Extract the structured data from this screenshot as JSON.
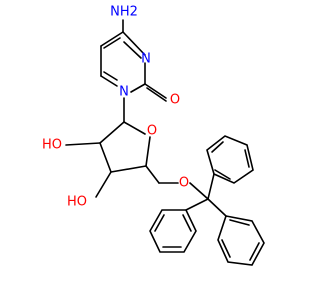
{
  "colors": {
    "bond": "#000000",
    "N": "#0000ff",
    "O": "#ff0000",
    "C": "#000000"
  },
  "labels": {
    "nh2": "NH2",
    "n_ring_top": "N",
    "n_ring_bottom": "N",
    "o_carbonyl": "O",
    "o_ring": "O",
    "oh_upper": "HO",
    "oh_lower": "HO",
    "o_ether": "O"
  }
}
